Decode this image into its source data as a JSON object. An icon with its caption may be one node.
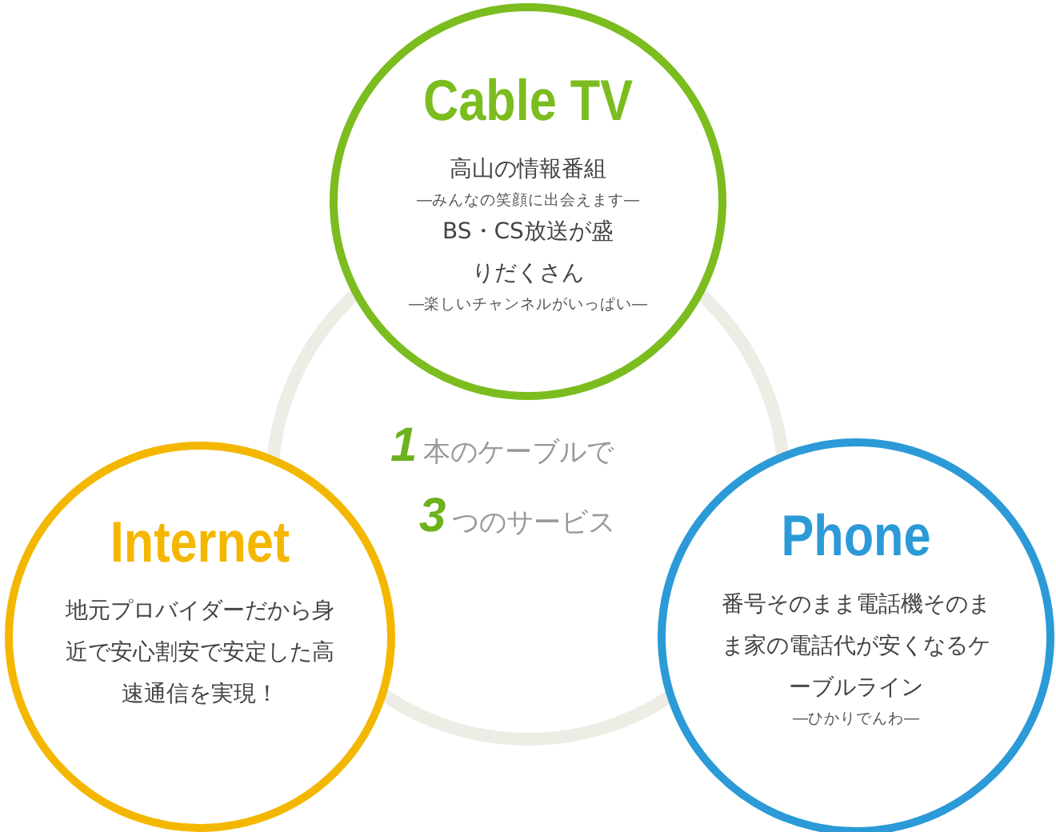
{
  "diagram": {
    "nodes": [
      {
        "text": [
          "Cable TV",
          "高山の情報番組",
          "―みんなの笑顔に出会えます―",
          "BS・CS放送が盛りだくさん",
          "―楽しいチャンネルがいっぱい―"
        ]
      },
      {
        "text": [
          "Internet",
          "地元プロバイダーだから身近で安心割安で安定した高速通信を実現！"
        ]
      },
      {
        "text": [
          "Phone",
          "番号そのまま電話機そのまま家の電話代が安くなるケーブルライン",
          "―ひかりでんわ―"
        ]
      }
    ],
    "labels": [
      "**1**本のケーブルで",
      "**3**つのサービス"
    ]
  }
}
